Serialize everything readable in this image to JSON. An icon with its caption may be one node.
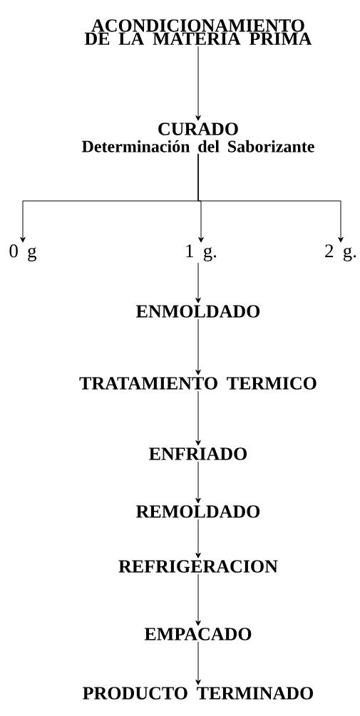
{
  "diagram": {
    "nodes": [
      {
        "text": [
          "ACONDICIONAMIENTO DE LA MATERIA PRIMA"
        ]
      },
      {
        "text": [
          "CURADO",
          "Determinación del Saborizante"
        ]
      },
      {
        "text": [
          "0 g"
        ]
      },
      {
        "text": [
          "1 g."
        ]
      },
      {
        "text": [
          "2 g."
        ]
      },
      {
        "text": [
          "ENMOLDADO"
        ]
      },
      {
        "text": [
          "TRATAMIENTO TERMICO"
        ]
      },
      {
        "text": [
          "ENFRIADO"
        ]
      },
      {
        "text": [
          "REMOLDADO"
        ]
      },
      {
        "text": [
          "REFRIGERACION"
        ]
      },
      {
        "text": [
          "EMPACADO"
        ]
      },
      {
        "text": [
          "PRODUCTO TERMINADO"
        ]
      }
    ],
    "edges": [
      {
        "from": 0,
        "to": 1,
        "arrow": "to"
      },
      {
        "from": 1,
        "to": 2,
        "arrow": "to"
      },
      {
        "from": 1,
        "to": 3,
        "arrow": "to"
      },
      {
        "from": 1,
        "to": 4,
        "arrow": "to"
      },
      {
        "from": 3,
        "to": 5,
        "arrow": "to"
      },
      {
        "from": 5,
        "to": 6,
        "arrow": "to"
      },
      {
        "from": 6,
        "to": 7,
        "arrow": "to"
      },
      {
        "from": 7,
        "to": 8,
        "arrow": "to"
      },
      {
        "from": 8,
        "to": 9,
        "arrow": "to"
      },
      {
        "from": 9,
        "to": 10,
        "arrow": "to"
      },
      {
        "from": 10,
        "to": 11,
        "arrow": "to"
      }
    ]
  }
}
